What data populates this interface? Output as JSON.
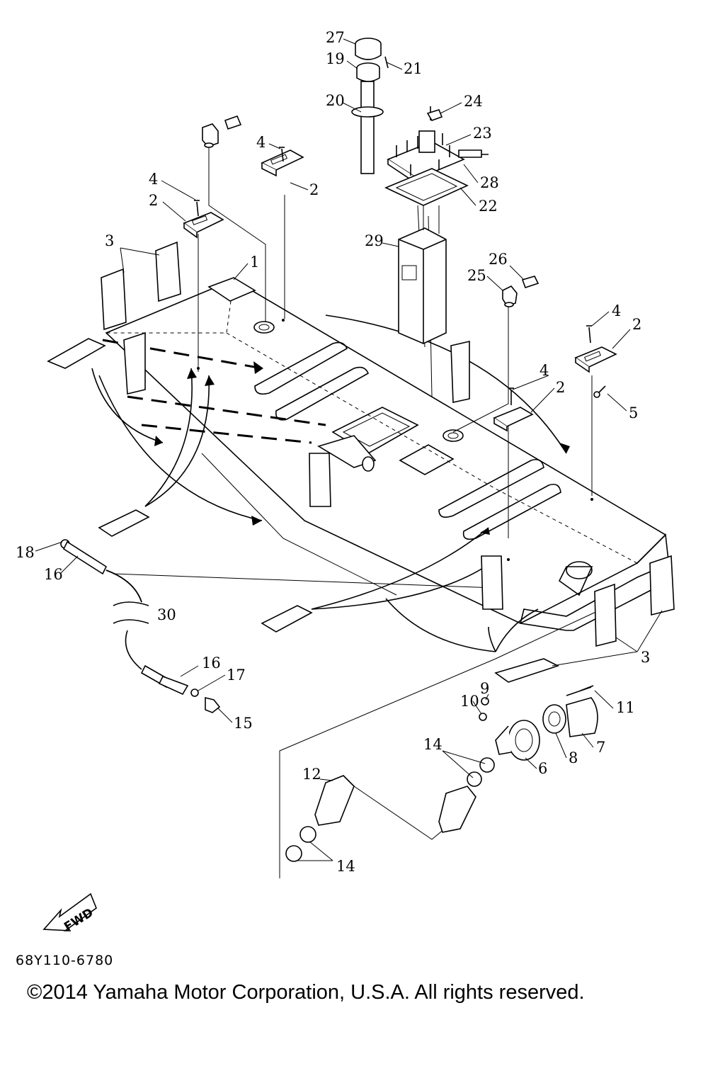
{
  "diagram": {
    "callouts": {
      "c1": "1",
      "c2a": "2",
      "c2b": "2",
      "c2c": "2",
      "c2d": "2",
      "c3a": "3",
      "c3b": "3",
      "c4a": "4",
      "c4b": "4",
      "c4c": "4",
      "c4d": "4",
      "c5": "5",
      "c6": "6",
      "c7": "7",
      "c8": "8",
      "c9": "9",
      "c10": "10",
      "c11": "11",
      "c12": "12",
      "c14a": "14",
      "c14b": "14",
      "c15": "15",
      "c16a": "16",
      "c16b": "16",
      "c17": "17",
      "c18": "18",
      "c19": "19",
      "c20": "20",
      "c21": "21",
      "c22": "22",
      "c23": "23",
      "c24": "24",
      "c25": "25",
      "c26": "26",
      "c27": "27",
      "c28": "28",
      "c29": "29",
      "c30": "30"
    },
    "fwd_label": "FWD",
    "diagram_code": "68Y110-6780",
    "copyright": "©2014 Yamaha Motor Corporation, U.S.A. All rights reserved."
  }
}
